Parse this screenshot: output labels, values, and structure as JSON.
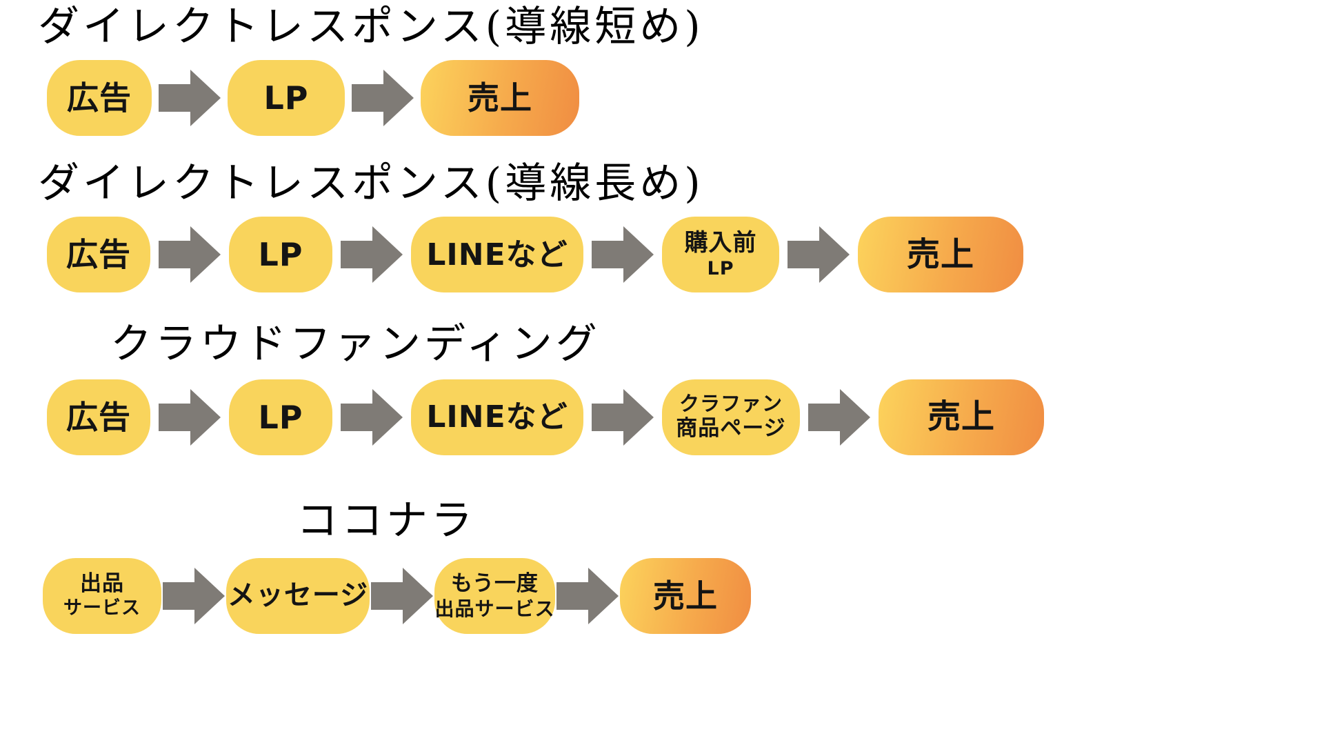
{
  "colors": {
    "background": "#ffffff",
    "pill_yellow": "#f9d45c",
    "sales_gradient_start": "#fcd35c",
    "sales_gradient_mid": "#f6aa4c",
    "sales_gradient_end": "#f08d42",
    "arrow_gray": "#7f7b76",
    "title_color": "#000000",
    "label_color": "#141414"
  },
  "flows": [
    {
      "title": "ダイレクトレスポンス(導線短め)",
      "steps": [
        {
          "label_lines": [
            "広告"
          ],
          "emphasis": false
        },
        {
          "label_lines": [
            "LP"
          ],
          "emphasis": false
        },
        {
          "label_lines": [
            "売上"
          ],
          "emphasis": true
        }
      ]
    },
    {
      "title": "ダイレクトレスポンス(導線長め)",
      "steps": [
        {
          "label_lines": [
            "広告"
          ],
          "emphasis": false
        },
        {
          "label_lines": [
            "LP"
          ],
          "emphasis": false
        },
        {
          "label_lines": [
            "LINEなど"
          ],
          "emphasis": false
        },
        {
          "label_lines": [
            "購入前",
            "LP"
          ],
          "emphasis": false
        },
        {
          "label_lines": [
            "売上"
          ],
          "emphasis": true
        }
      ]
    },
    {
      "title": "クラウドファンディング",
      "steps": [
        {
          "label_lines": [
            "広告"
          ],
          "emphasis": false
        },
        {
          "label_lines": [
            "LP"
          ],
          "emphasis": false
        },
        {
          "label_lines": [
            "LINEなど"
          ],
          "emphasis": false
        },
        {
          "label_lines": [
            "クラファン",
            "商品ページ"
          ],
          "emphasis": false
        },
        {
          "label_lines": [
            "売上"
          ],
          "emphasis": true
        }
      ]
    },
    {
      "title": "ココナラ",
      "steps": [
        {
          "label_lines": [
            "出品",
            "サービス"
          ],
          "emphasis": false
        },
        {
          "label_lines": [
            "メッセージ"
          ],
          "emphasis": false
        },
        {
          "label_lines": [
            "もう一度",
            "出品サービス"
          ],
          "emphasis": false
        },
        {
          "label_lines": [
            "売上"
          ],
          "emphasis": true
        }
      ]
    }
  ]
}
